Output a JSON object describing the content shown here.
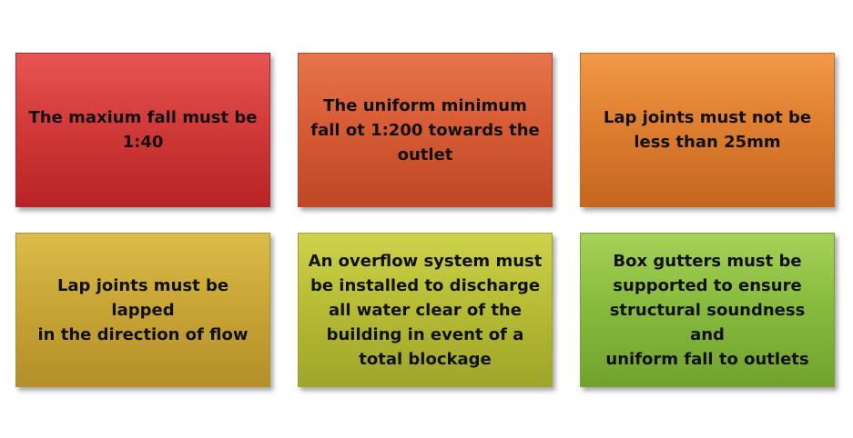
{
  "boxes": [
    {
      "lines": [
        "The maxium  fall must be",
        "1:40"
      ],
      "color": "#d23b39"
    },
    {
      "lines": [
        "The uniform minimum",
        "fall ot 1:200 towards the",
        "outlet"
      ],
      "color": "#d85d36"
    },
    {
      "lines": [
        "Lap joints must not be",
        "less than 25mm"
      ],
      "color": "#df7f30"
    },
    {
      "lines": [
        "Lap joints must be lapped",
        "in the direction of flow"
      ],
      "color": "#c9a636"
    },
    {
      "lines": [
        "An overflow system must",
        "be installed to discharge",
        "all water clear of the",
        "building  in event of a",
        "total blockage"
      ],
      "color": "#b7bd34"
    },
    {
      "lines": [
        "Box gutters must be",
        "supported to ensure",
        "structural soundness and",
        "uniform fall to outlets"
      ],
      "color": "#89bb3e"
    }
  ]
}
